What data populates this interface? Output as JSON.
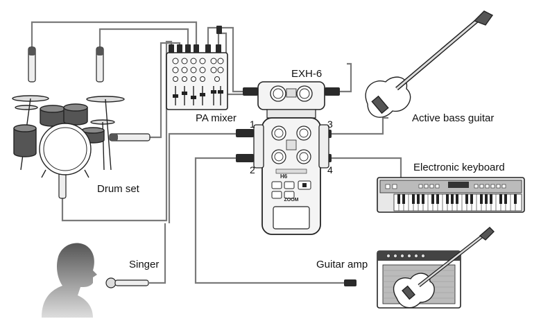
{
  "labels": {
    "exh6": "EXH-6",
    "pa_mixer": "PA mixer",
    "drum_set": "Drum set",
    "active_bass": "Active bass guitar",
    "keyboard": "Electronic keyboard",
    "singer": "Singer",
    "guitar_amp": "Guitar amp"
  },
  "inputs": {
    "in1": "1",
    "in2": "2",
    "in3": "3",
    "in4": "4"
  },
  "recorder": {
    "model": "H6",
    "brand": "ZOOM"
  },
  "colors": {
    "ink": "#222222",
    "cable": "#777777",
    "body": "#f4f4f4",
    "silhouette": "#4a4a4a"
  }
}
